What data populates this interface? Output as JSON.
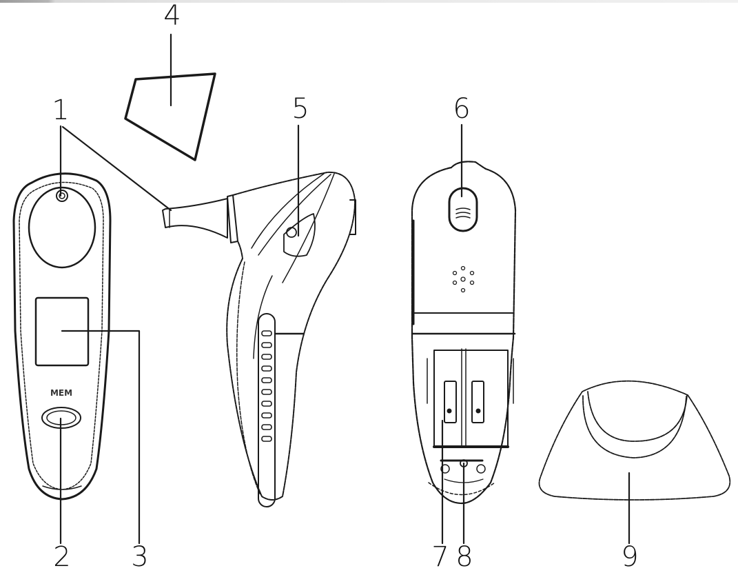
{
  "figure": {
    "title": "Ear thermometer parts diagram",
    "callouts": [
      {
        "id": "1",
        "label": "1",
        "target": "probe sensor"
      },
      {
        "id": "2",
        "label": "2",
        "target": "MEM button"
      },
      {
        "id": "3",
        "label": "3",
        "target": "display screen"
      },
      {
        "id": "4",
        "label": "4",
        "target": "probe cover"
      },
      {
        "id": "5",
        "label": "5",
        "target": "cover release button"
      },
      {
        "id": "6",
        "label": "6",
        "target": "scan button"
      },
      {
        "id": "7",
        "label": "7",
        "target": "battery compartment"
      },
      {
        "id": "8",
        "label": "8",
        "target": "battery cover screw"
      },
      {
        "id": "9",
        "label": "9",
        "target": "protective cap"
      }
    ],
    "front_view": {
      "button_text": "MEM"
    }
  }
}
